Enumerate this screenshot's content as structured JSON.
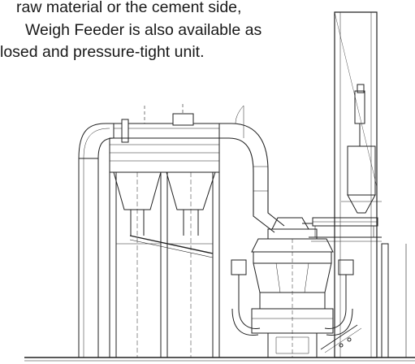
{
  "paragraph": {
    "lines": [
      "raw material or the cement side,",
      "Weigh Feeder is also available as",
      "losed and pressure-tight unit."
    ]
  },
  "figure": {
    "description_icon": "mill-plant-elevation-drawing"
  }
}
